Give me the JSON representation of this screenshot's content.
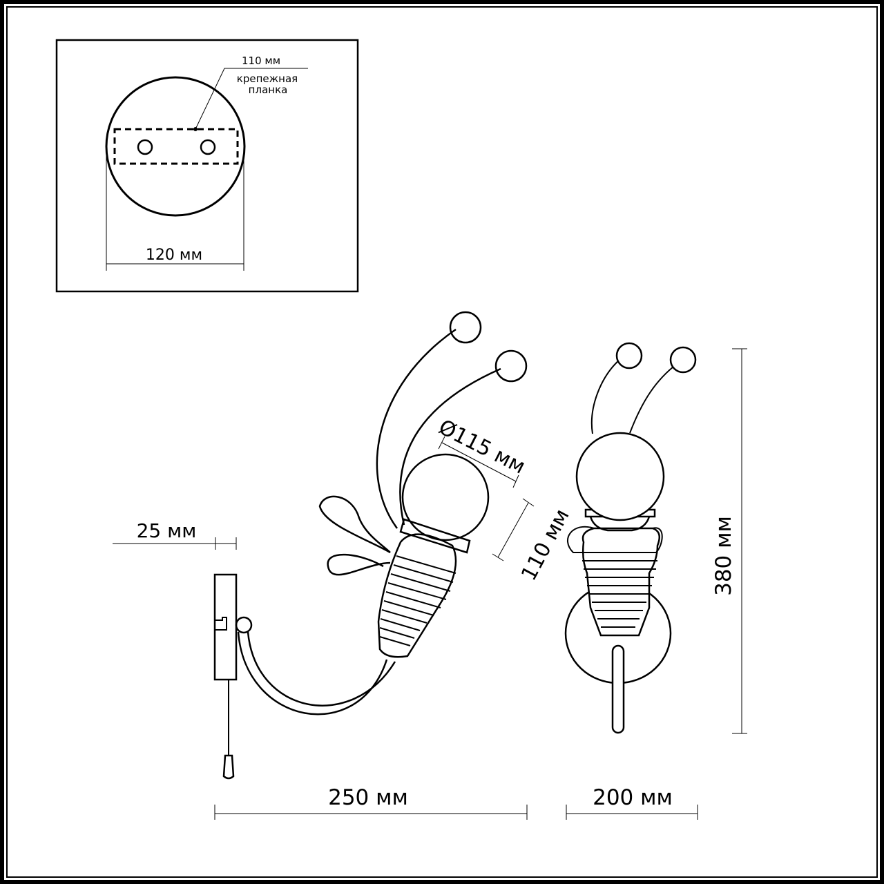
{
  "drawing": {
    "mounting_plate_inset": {
      "bracket_length_label": "110 мм",
      "bracket_caption_line1": "крепежная",
      "bracket_caption_line2": "планка",
      "base_diameter_label": "120 мм"
    },
    "side_view": {
      "wall_offset_label": "25 мм",
      "shade_diameter_label": "Ø115 мм",
      "shade_height_label": "110 мм",
      "projection_label": "250  мм"
    },
    "front_view": {
      "height_label": "380 мм",
      "width_label": "200  мм"
    },
    "colors": {
      "line": "#000000",
      "background": "#ffffff"
    }
  }
}
